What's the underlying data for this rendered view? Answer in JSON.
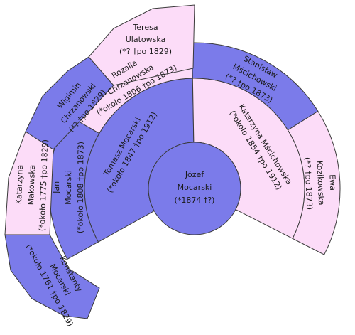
{
  "colors": {
    "male": "#7b7bea",
    "female": "#fcdcf8",
    "stroke": "#3a3a3a",
    "text": "#1a1a1a"
  },
  "root": {
    "lines": [
      "Józef",
      "Mocarski",
      "(*1874 †?)"
    ]
  },
  "persons": [
    {
      "id": "father",
      "gen": 1,
      "sex": "male",
      "lines": [
        "Tomasz Mocarski",
        "(*około 1847 †po 1912)"
      ]
    },
    {
      "id": "mother",
      "gen": 1,
      "sex": "female",
      "lines": [
        "Katarzyna Mścichowska",
        "(*około 1854 †po 1912)"
      ]
    },
    {
      "id": "paternal-grandfather",
      "gen": 2,
      "sex": "male",
      "lines": [
        "Jan",
        "Mocarski",
        "(*około 1808 †po 1873)"
      ]
    },
    {
      "id": "paternal-grandmother",
      "gen": 2,
      "sex": "female",
      "lines": [
        "Rozalia",
        "Chrzanowska",
        "(*około 1806 †po 1873)"
      ]
    },
    {
      "id": "maternal-grandfather",
      "gen": 2,
      "sex": "male",
      "lines": [
        "Stanisław",
        "Mścichowski",
        "(*? †po 1873)"
      ]
    },
    {
      "id": "maternal-grandmother",
      "gen": 2,
      "sex": "female",
      "lines": [
        "Ewa",
        "Kozikowska",
        "(*? †po 1873)"
      ]
    },
    {
      "id": "ggf-1",
      "gen": 3,
      "sex": "male",
      "lines": [
        "Konstanty",
        "Mocarski",
        "(*około 1761 †po 1829)"
      ]
    },
    {
      "id": "ggm-1",
      "gen": 3,
      "sex": "female",
      "lines": [
        "Katarzyna",
        "Makowska",
        "(*około 1775 †po 1829)"
      ]
    },
    {
      "id": "ggf-2",
      "gen": 3,
      "sex": "male",
      "lines": [
        "Wigimin",
        "Chrzanowski",
        "(*? †po 1829)"
      ]
    },
    {
      "id": "ggm-2",
      "gen": 3,
      "sex": "female",
      "lines": [
        "Teresa",
        "Ulatowska",
        "(*? †po 1829)"
      ]
    }
  ]
}
